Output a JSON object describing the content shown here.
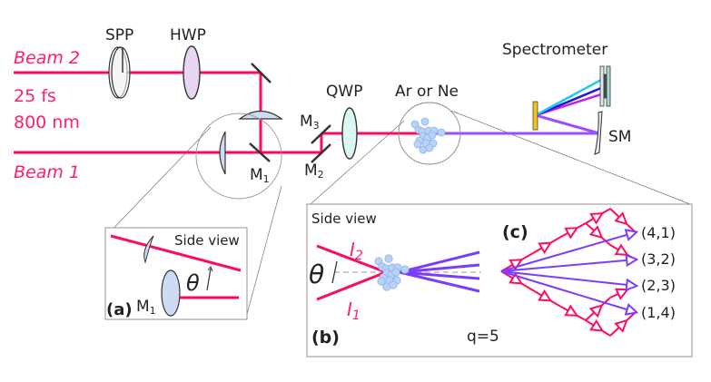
{
  "colors": {
    "beam": "#ff0a60",
    "xuv": "#9b4dff",
    "xuv_line": "#7a3cff",
    "gas": "#b9d3f7",
    "gas_stroke": "#8fb4ea",
    "lens_fill": "#cddcf2",
    "hwp_fill": "#e6d6f2",
    "qwp_fill": "#dcf8f4",
    "grating": "#f3c21b",
    "spec_cyan": "#1ec8f0",
    "spec_blue": "#1a1adc",
    "spec_magenta": "#c81ef0"
  },
  "main": {
    "beam2_label": "Beam 2",
    "beam1_label": "Beam 1",
    "pulse_duration": "25 fs",
    "wavelength": "800 nm",
    "spp_label": "SPP",
    "hwp_label": "HWP",
    "qwp_label": "QWP",
    "gas_label": "Ar or Ne",
    "spectrometer_label": "Spectrometer",
    "sm_label": "SM",
    "m1_label": "M",
    "m1_sub": "1",
    "m2_label": "M",
    "m2_sub": "2",
    "m3_label": "M",
    "m3_sub": "3"
  },
  "inset_a": {
    "panel_label": "(a)",
    "title": "Side view",
    "m1_label": "M",
    "m1_sub": "1",
    "theta": "θ"
  },
  "inset_b": {
    "panel_label": "(b)",
    "title": "Side view",
    "theta": "θ",
    "i2_label": "I",
    "i2_sub": "2",
    "i1_label": "I",
    "i1_sub": "1"
  },
  "inset_c": {
    "panel_label": "(c)",
    "q_label": "q=5",
    "channels": [
      "(4,1)",
      "(3,2)",
      "(2,3)",
      "(1,4)"
    ]
  }
}
